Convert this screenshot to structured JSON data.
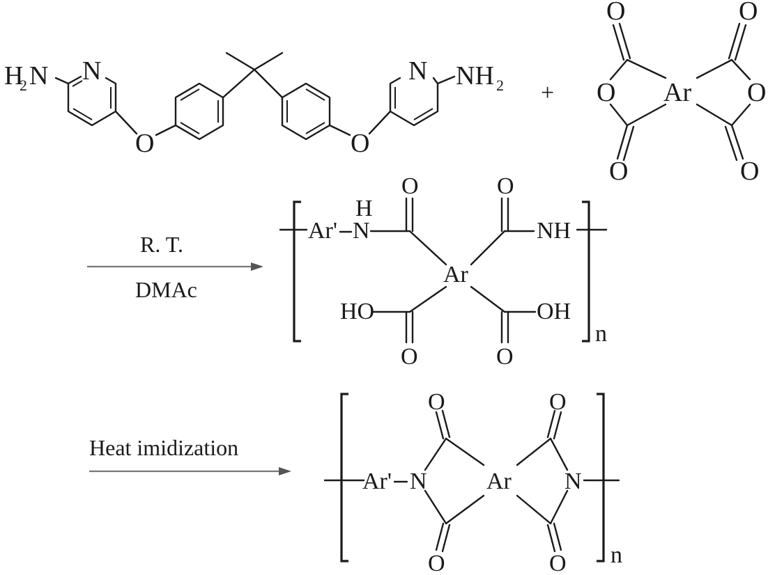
{
  "monomer1": {
    "left_amine": "H",
    "left_amine_sub": "2",
    "left_amine_n": "N",
    "ring_n_left": "N",
    "ring_n_right": "N",
    "ether_o_left": "O",
    "ether_o_right": "O",
    "right_amine": "NH",
    "right_amine_sub": "2"
  },
  "plus": "+",
  "dianhydride": {
    "core": "Ar",
    "anhydride_o_left": "O",
    "anhydride_o_right": "O",
    "carbonyl_top_left": "O",
    "carbonyl_top_right": "O",
    "carbonyl_bottom_left": "O",
    "carbonyl_bottom_right": "O"
  },
  "step1": {
    "condition_top": "R. T.",
    "condition_bottom": "DMAc"
  },
  "polyamic_acid": {
    "ar_prime": "Ar'",
    "amide_h": "H",
    "amide_n": "N",
    "carbonyl_o_left": "O",
    "carbonyl_o_right": "O",
    "nh_right": "NH",
    "core": "Ar",
    "acid_left": "HO",
    "acid_right": "OH",
    "acid_o_left": "O",
    "acid_o_right": "O",
    "repeat": "n"
  },
  "step2": {
    "condition_top": "Heat imidization"
  },
  "polyimide": {
    "ar_prime": "Ar'",
    "imide_n_left": "N",
    "imide_n_right": "N",
    "core": "Ar",
    "carbonyl_o_top_left": "O",
    "carbonyl_o_top_right": "O",
    "carbonyl_o_bottom_left": "O",
    "carbonyl_o_bottom_right": "O",
    "repeat": "n"
  },
  "colors": {
    "ink": "#1a1a1a",
    "arrow": "#777777",
    "background": "#ffffff"
  }
}
